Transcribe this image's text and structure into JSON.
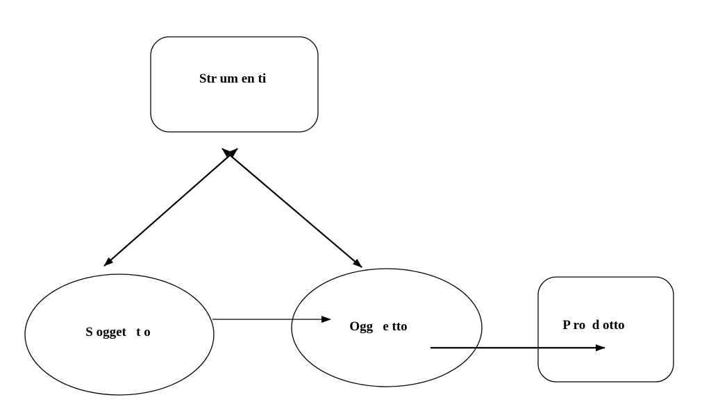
{
  "diagram": {
    "type": "activity-system",
    "nodes": {
      "strumenti": {
        "label": "Str um en ti",
        "shape": "rounded-rectangle"
      },
      "soggetto": {
        "label": "S ogget   t o",
        "shape": "ellipse"
      },
      "oggetto": {
        "label": "Ogg   e tto",
        "shape": "ellipse"
      },
      "prodotto": {
        "label": "P ro  d otto",
        "shape": "rounded-rectangle"
      }
    },
    "edges": [
      {
        "from": "strumenti",
        "to": "soggetto",
        "direction": "both"
      },
      {
        "from": "strumenti",
        "to": "oggetto",
        "direction": "both"
      },
      {
        "from": "soggetto",
        "to": "oggetto",
        "direction": "forward"
      },
      {
        "from": "oggetto",
        "to": "prodotto",
        "direction": "forward"
      }
    ],
    "colors": {
      "stroke": "#000000",
      "background": "#ffffff"
    }
  }
}
